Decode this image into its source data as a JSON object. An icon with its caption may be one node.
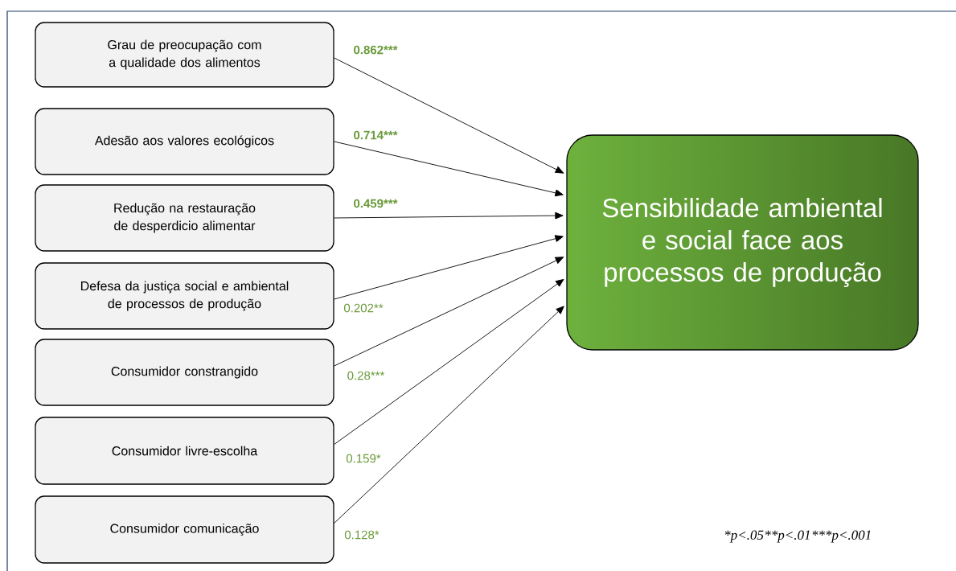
{
  "diagram": {
    "nodes": [
      {
        "text": [
          "Grau de preocupação com a qualidade dos alimentos"
        ]
      },
      {
        "text": [
          "Adesão aos valores ecológicos"
        ]
      },
      {
        "text": [
          "Redução na restauração de desperdicio alimentar"
        ]
      },
      {
        "text": [
          "Defesa da justiça social e ambiental de processos de produção"
        ]
      },
      {
        "text": [
          "Consumidor constrangido"
        ]
      },
      {
        "text": [
          "Consumidor livre-escolha"
        ]
      },
      {
        "text": [
          "Consumidor comunicação"
        ]
      },
      {
        "text": [
          "Sensibilidade ambiental e social face aos processos de produção"
        ]
      }
    ],
    "edges": [
      {
        "from": 0,
        "to": 7,
        "arrow": "to",
        "label": "0.862***"
      },
      {
        "from": 1,
        "to": 7,
        "arrow": "to",
        "label": "0.714***"
      },
      {
        "from": 2,
        "to": 7,
        "arrow": "to",
        "label": "0.459***"
      },
      {
        "from": 3,
        "to": 7,
        "arrow": "to",
        "label": "0.202**"
      },
      {
        "from": 4,
        "to": 7,
        "arrow": "to",
        "label": "0.28***"
      },
      {
        "from": 5,
        "to": 7,
        "arrow": "to",
        "label": "0.159*"
      },
      {
        "from": 6,
        "to": 7,
        "arrow": "to",
        "label": "0.128*"
      }
    ],
    "labels": [
      "*p<.05",
      "**p<.01",
      "***p<.001"
    ]
  }
}
